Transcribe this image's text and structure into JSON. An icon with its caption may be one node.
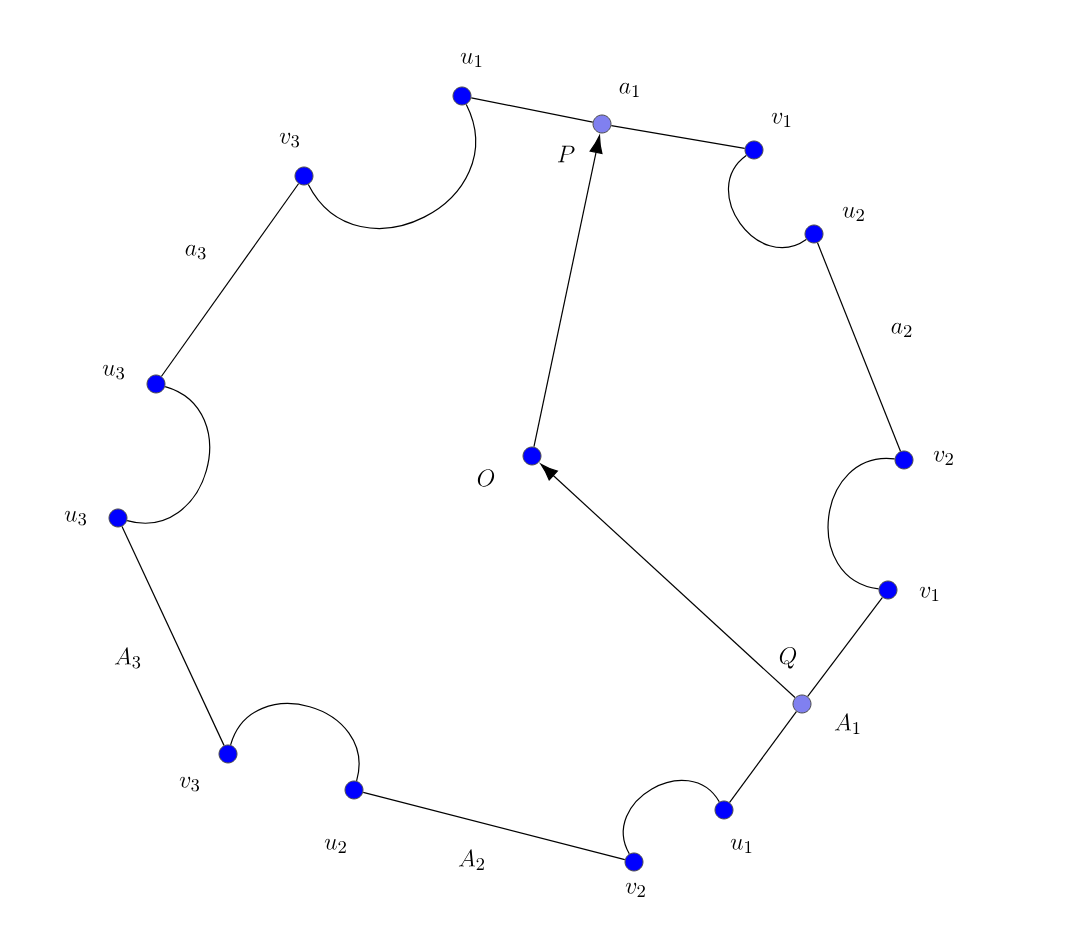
{
  "diagram": {
    "nodes": [
      {
        "text": [],
        "shape": "circle",
        "beside": [
          "u_1"
        ]
      },
      {
        "text": [],
        "shape": "circle",
        "beside": [
          "a_1",
          "P"
        ]
      },
      {
        "text": [],
        "shape": "circle",
        "beside": [
          "v_1"
        ]
      },
      {
        "text": [],
        "shape": "circle",
        "beside": [
          "u_2"
        ]
      },
      {
        "text": [],
        "shape": "circle",
        "beside": [
          "v_2"
        ]
      },
      {
        "text": [],
        "shape": "circle",
        "beside": [
          "v_1"
        ]
      },
      {
        "text": [],
        "shape": "circle",
        "beside": [
          "Q",
          "A_1"
        ]
      },
      {
        "text": [],
        "shape": "circle",
        "beside": [
          "u_1"
        ]
      },
      {
        "text": [],
        "shape": "circle",
        "beside": [
          "v_2"
        ]
      },
      {
        "text": [],
        "shape": "circle",
        "beside": [
          "u_2"
        ]
      },
      {
        "text": [],
        "shape": "circle",
        "beside": [
          "v_3"
        ]
      },
      {
        "text": [],
        "shape": "circle",
        "beside": [
          "u_3"
        ]
      },
      {
        "text": [],
        "shape": "circle",
        "beside": [
          "u_3"
        ]
      },
      {
        "text": [],
        "shape": "circle",
        "beside": [
          "v_3"
        ]
      },
      {
        "text": [],
        "shape": "circle",
        "beside": [
          "O"
        ]
      }
    ],
    "edges": [
      {
        "from": 0,
        "to": 1,
        "arrow": "none"
      },
      {
        "from": 1,
        "to": 2,
        "arrow": "none"
      },
      {
        "from": 2,
        "to": 3,
        "arrow": "none"
      },
      {
        "from": 3,
        "to": 4,
        "arrow": "none",
        "label": "a_2"
      },
      {
        "from": 4,
        "to": 5,
        "arrow": "none"
      },
      {
        "from": 5,
        "to": 6,
        "arrow": "none"
      },
      {
        "from": 6,
        "to": 7,
        "arrow": "none"
      },
      {
        "from": 7,
        "to": 8,
        "arrow": "none"
      },
      {
        "from": 8,
        "to": 9,
        "arrow": "none",
        "label": "A_2"
      },
      {
        "from": 9,
        "to": 10,
        "arrow": "none"
      },
      {
        "from": 10,
        "to": 11,
        "arrow": "none",
        "label": "A_3"
      },
      {
        "from": 11,
        "to": 12,
        "arrow": "none"
      },
      {
        "from": 12,
        "to": 13,
        "arrow": "none",
        "label": "a_3"
      },
      {
        "from": 13,
        "to": 0,
        "arrow": "none"
      },
      {
        "from": 14,
        "to": 1,
        "arrow": "to"
      },
      {
        "from": 6,
        "to": 14,
        "arrow": "to"
      }
    ]
  }
}
